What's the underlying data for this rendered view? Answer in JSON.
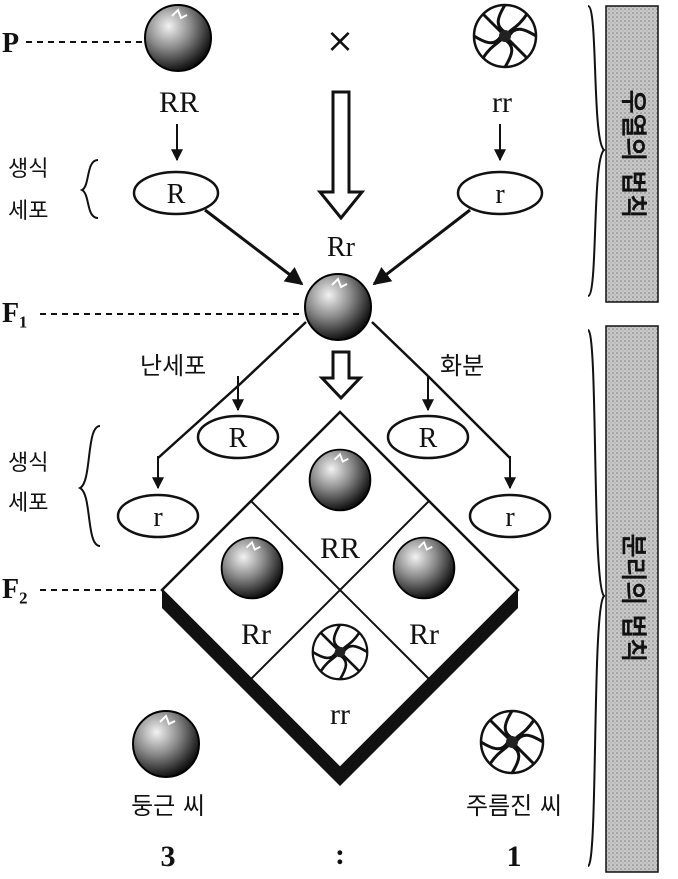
{
  "generations": {
    "p": "P",
    "f1": "F₁",
    "f2": "F₂"
  },
  "cross_symbol": "×",
  "parents": {
    "left_genotype": "RR",
    "right_genotype": "rr"
  },
  "gamete_label": [
    "생식",
    "세포"
  ],
  "parent_gametes": {
    "left": "R",
    "right": "r"
  },
  "f1_genotype": "Rr",
  "f1_gamete_sources": {
    "egg": "난세포",
    "pollen": "화분"
  },
  "f1_gametes": {
    "egg_top": "R",
    "egg_bottom": "r",
    "pollen_top": "R",
    "pollen_bottom": "r"
  },
  "punnett": {
    "top": "RR",
    "left": "Rr",
    "right": "Rr",
    "bottom": "rr"
  },
  "phenotypes": {
    "round": "둥근 씨",
    "wrinkled": "주름진 씨"
  },
  "ratio": {
    "round": "3",
    "separator": ":",
    "wrinkled": "1"
  },
  "side_bars": {
    "dominance": "우열의 법칙",
    "segregation": "분리의 법칙"
  }
}
